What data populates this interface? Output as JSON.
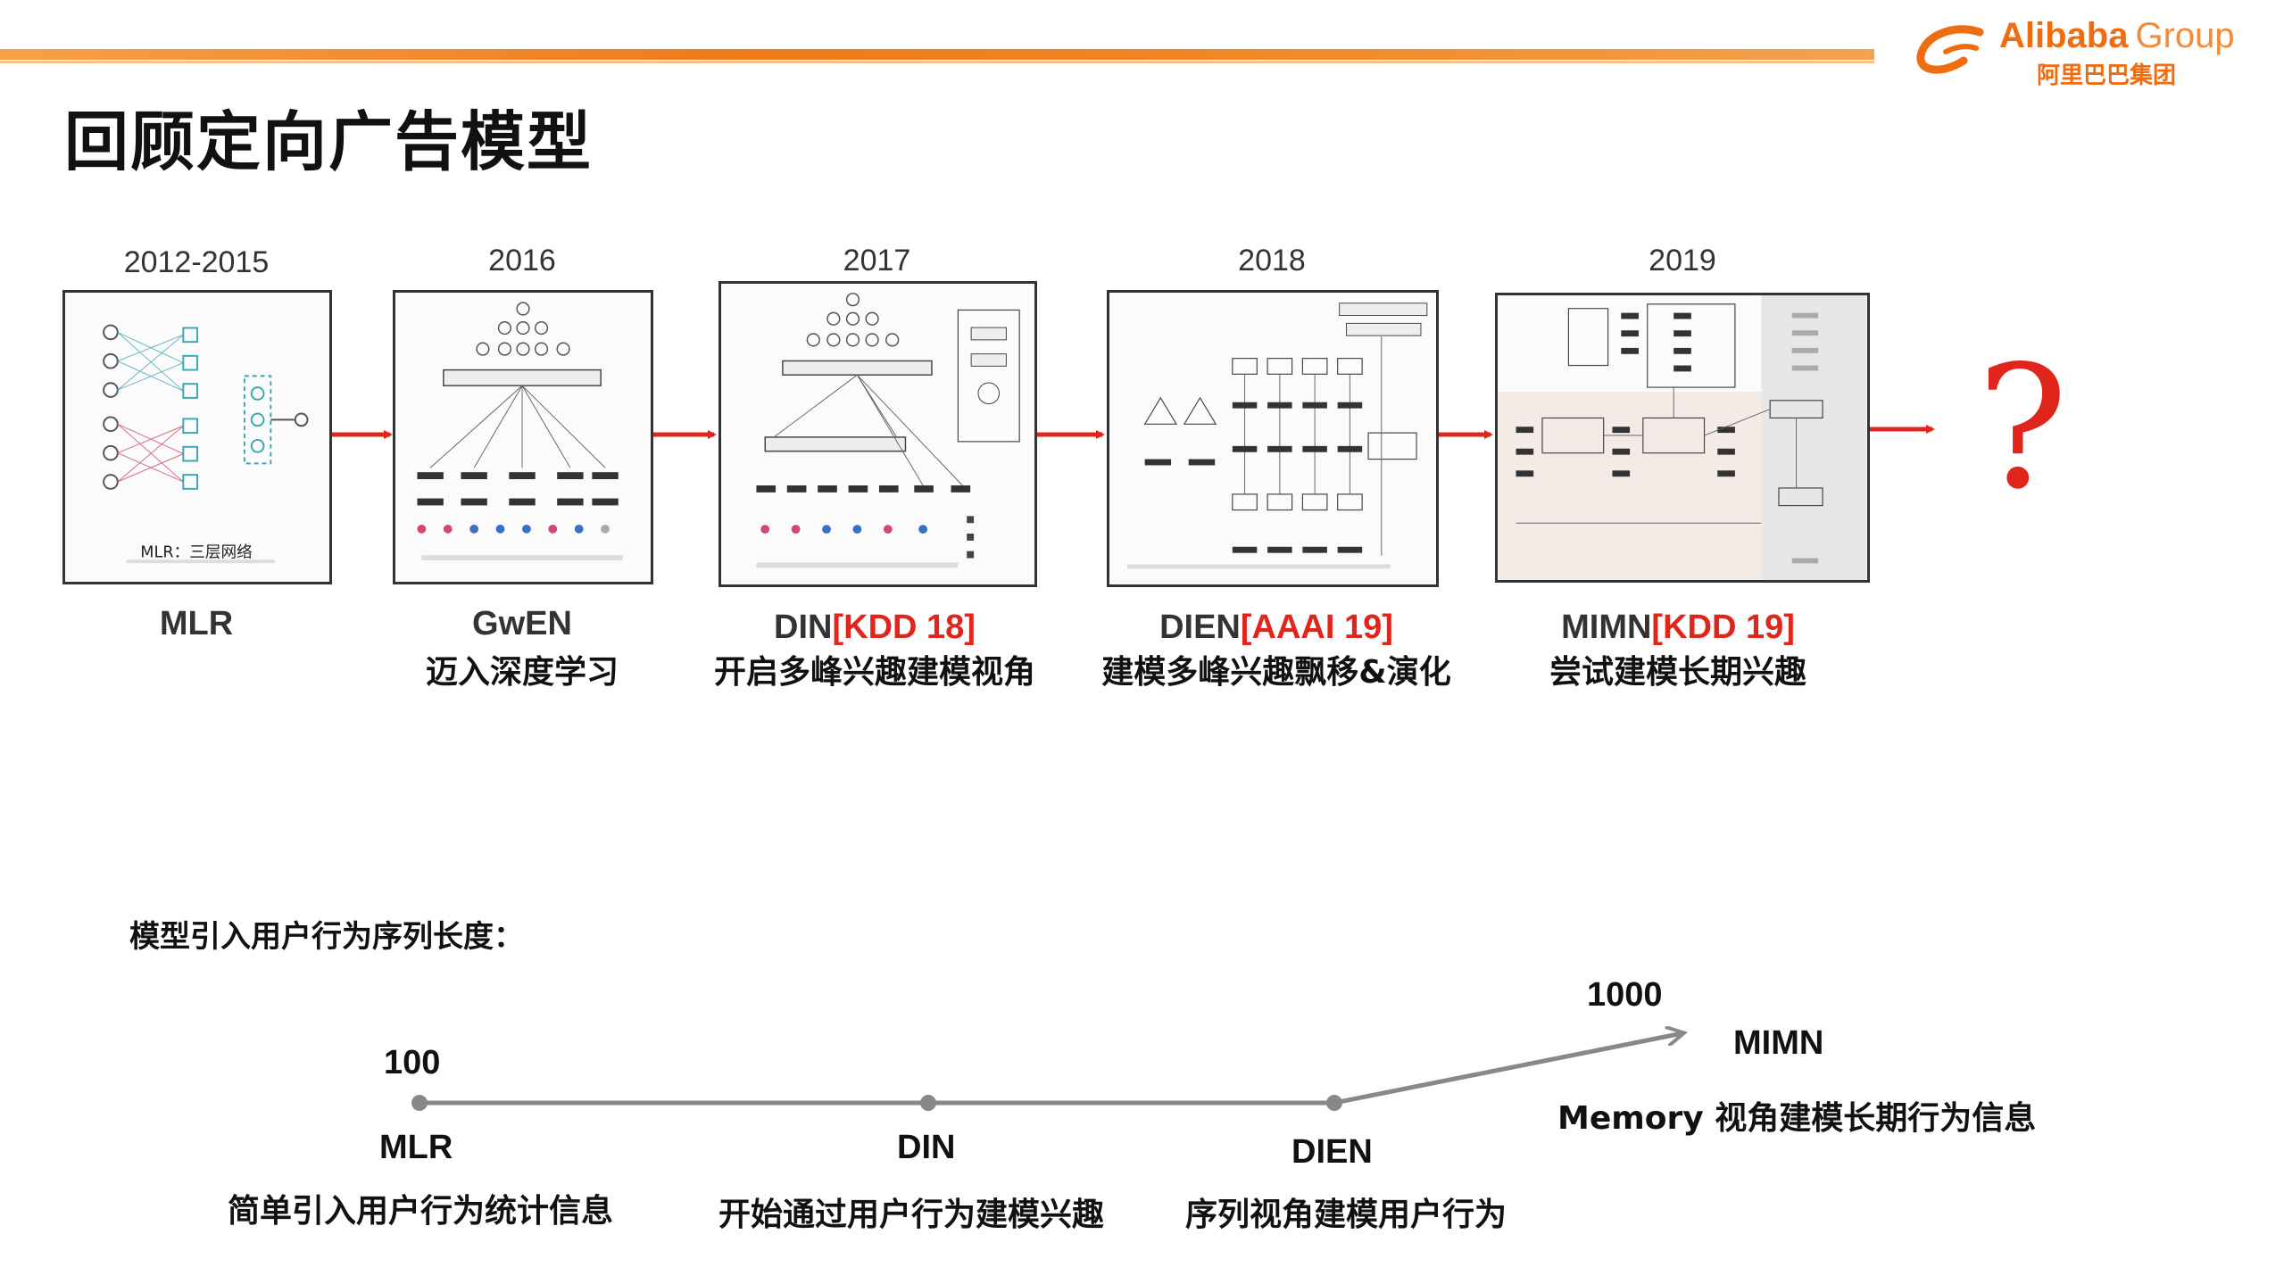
{
  "header": {
    "title": "回顾定向广告模型",
    "logo_name": "Alibaba",
    "logo_group": "Group",
    "logo_cn": "阿里巴巴集团"
  },
  "models": [
    {
      "year": "2012-2015",
      "name": "MLR",
      "ref": "",
      "desc": "",
      "panel_caption": "MLR：三层网络"
    },
    {
      "year": "2016",
      "name": "GwEN",
      "ref": "",
      "desc": "迈入深度学习"
    },
    {
      "year": "2017",
      "name": "DIN",
      "ref": "[KDD 18]",
      "desc": "开启多峰兴趣建模视角"
    },
    {
      "year": "2018",
      "name": "DIEN",
      "ref": "[AAAI 19]",
      "desc": "建模多峰兴趣飘移&演化"
    },
    {
      "year": "2019",
      "name": "MIMN",
      "ref": "[KDD 19]",
      "desc": "尝试建模长期兴趣"
    }
  ],
  "next_marker": "?",
  "timeline": {
    "label": "模型引入用户行为序列长度：",
    "start_value": "100",
    "end_value": "1000",
    "points": [
      {
        "name": "MLR",
        "desc": "简单引入用户行为统计信息"
      },
      {
        "name": "DIN",
        "desc": "开始通过用户行为建模兴趣"
      },
      {
        "name": "DIEN",
        "desc": "序列视角建模用户行为"
      },
      {
        "name": "MIMN",
        "desc": "Memory 视角建模长期行为信息"
      }
    ]
  },
  "colors": {
    "accent_orange": "#ef6c10",
    "arrow_red": "#e0261c",
    "timeline_gray": "#888888"
  }
}
